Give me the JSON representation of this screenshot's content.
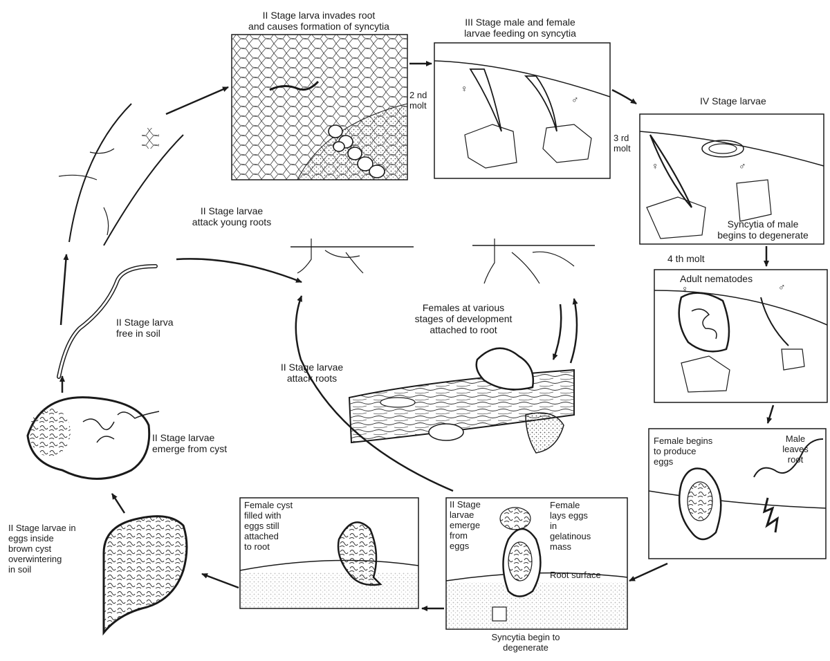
{
  "labels": {
    "stage2_invades_l1": "II Stage larva invades root",
    "stage2_invades_l2": "and causes formation of syncytia",
    "stage3_l1": "III Stage male and female",
    "stage3_l2": "larvae feeding on syncytia",
    "molt2_l1": "2 nd",
    "molt2_l2": "molt",
    "stage4": "IV Stage larvae",
    "molt3_l1": "3 rd",
    "molt3_l2": "molt",
    "syncytia_male_l1": "Syncytia   of male",
    "syncytia_male_l2": "begins to degenerate",
    "molt4": "4 th molt",
    "adult": "Adult nematodes",
    "female_eggs_l1": "Female begins",
    "female_eggs_l2": "to produce",
    "female_eggs_l3": "eggs",
    "male_leaves_l1": "Male",
    "male_leaves_l2": "leaves",
    "male_leaves_l3": "root",
    "root_surface": "Root surface",
    "emerge_eggs_l1": "II Stage",
    "emerge_eggs_l2": "larvae",
    "emerge_eggs_l3": "emerge",
    "emerge_eggs_l4": "from",
    "emerge_eggs_l5": "eggs",
    "gelatinous_l1": "Female",
    "gelatinous_l2": "lays eggs",
    "gelatinous_l3": "in",
    "gelatinous_l4": "gelatinous",
    "gelatinous_l5": "mass",
    "syncytia_degenerate_l1": "Syncytia begin to",
    "syncytia_degenerate_l2": "degenerate",
    "cyst_root_l1": "Female cyst",
    "cyst_root_l2": "filled with",
    "cyst_root_l3": "eggs still",
    "cyst_root_l4": "attached",
    "cyst_root_l5": "to root",
    "overwinter_l1": "II Stage larvae in",
    "overwinter_l2": "eggs inside",
    "overwinter_l3": "brown cyst",
    "overwinter_l4": "overwintering",
    "overwinter_l5": "in soil",
    "emerge_cyst_l1": "II Stage larvae",
    "emerge_cyst_l2": "emerge from cyst",
    "free_soil_l1": "II Stage larva",
    "free_soil_l2": "free in soil",
    "attack_young_l1": "II Stage larvae",
    "attack_young_l2": "attack young roots",
    "attack_roots_l1": "II Stage larvae",
    "attack_roots_l2": "attack roots",
    "females_various_l1": "Females at various",
    "females_various_l2": "stages of development",
    "females_various_l3": "attached to root",
    "female_symbol": "♀",
    "male_symbol": "♂"
  }
}
